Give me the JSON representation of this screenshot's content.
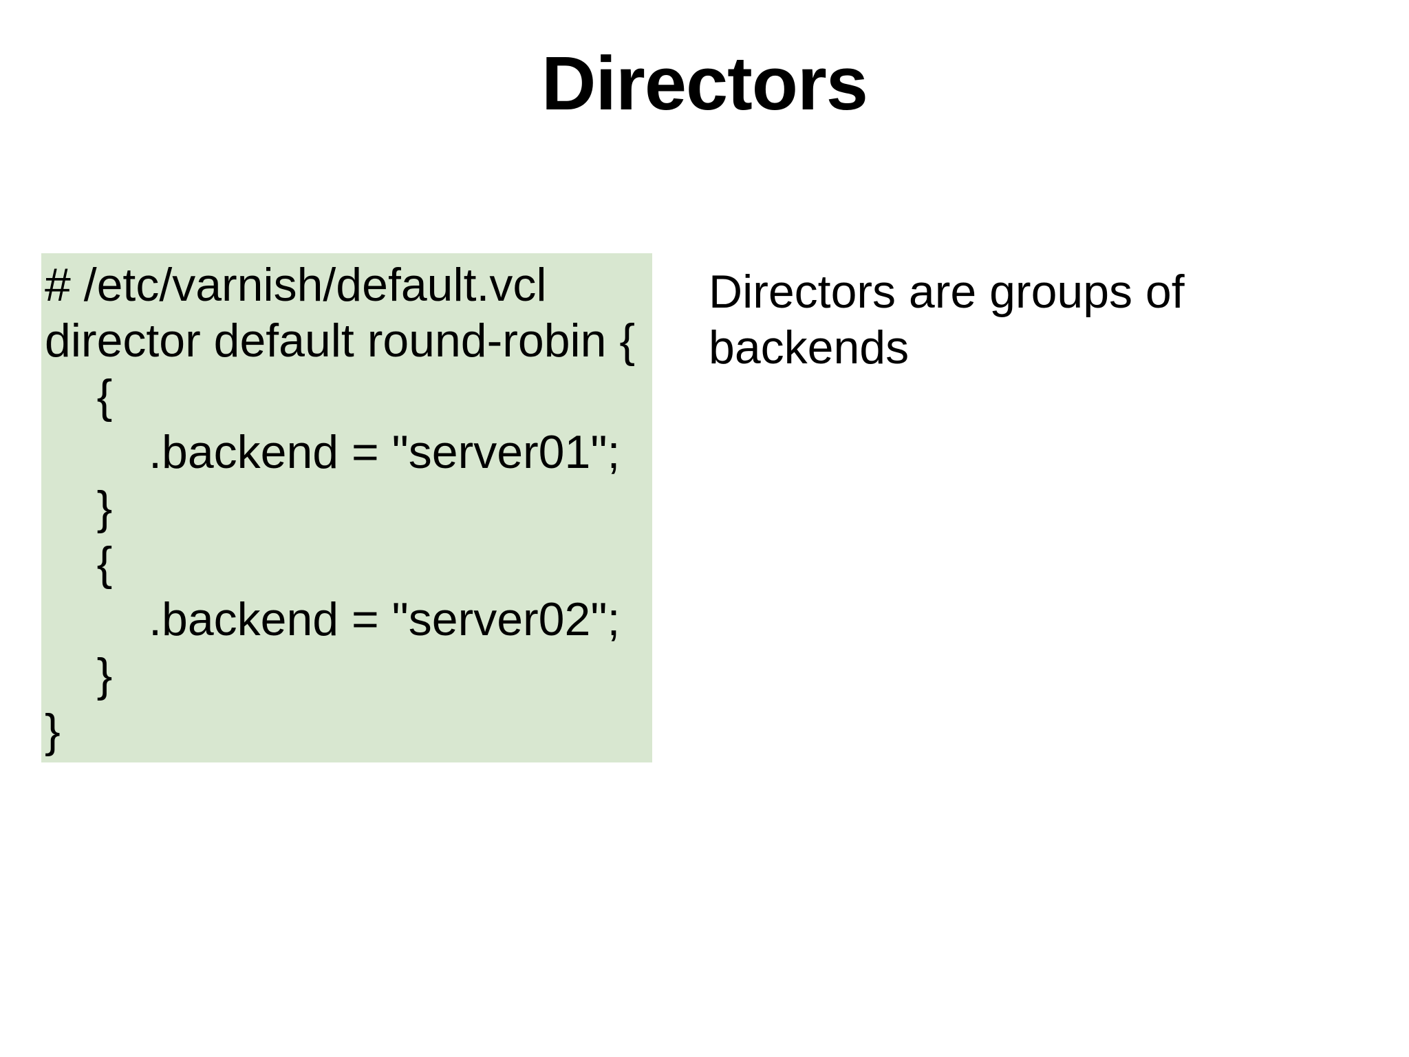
{
  "slide": {
    "title": "Directors",
    "code_block": {
      "language": "vcl",
      "lines": [
        "# /etc/varnish/default.vcl",
        "director default round-robin {",
        "    {",
        "        .backend = \"server01\";",
        "    }",
        "    {",
        "        .backend = \"server02\";",
        "    }",
        "}"
      ]
    },
    "note": "Directors are groups of backends"
  },
  "colors": {
    "slide_background": "#ffffff",
    "code_background": "#d8e7d0",
    "text": "#000000"
  }
}
